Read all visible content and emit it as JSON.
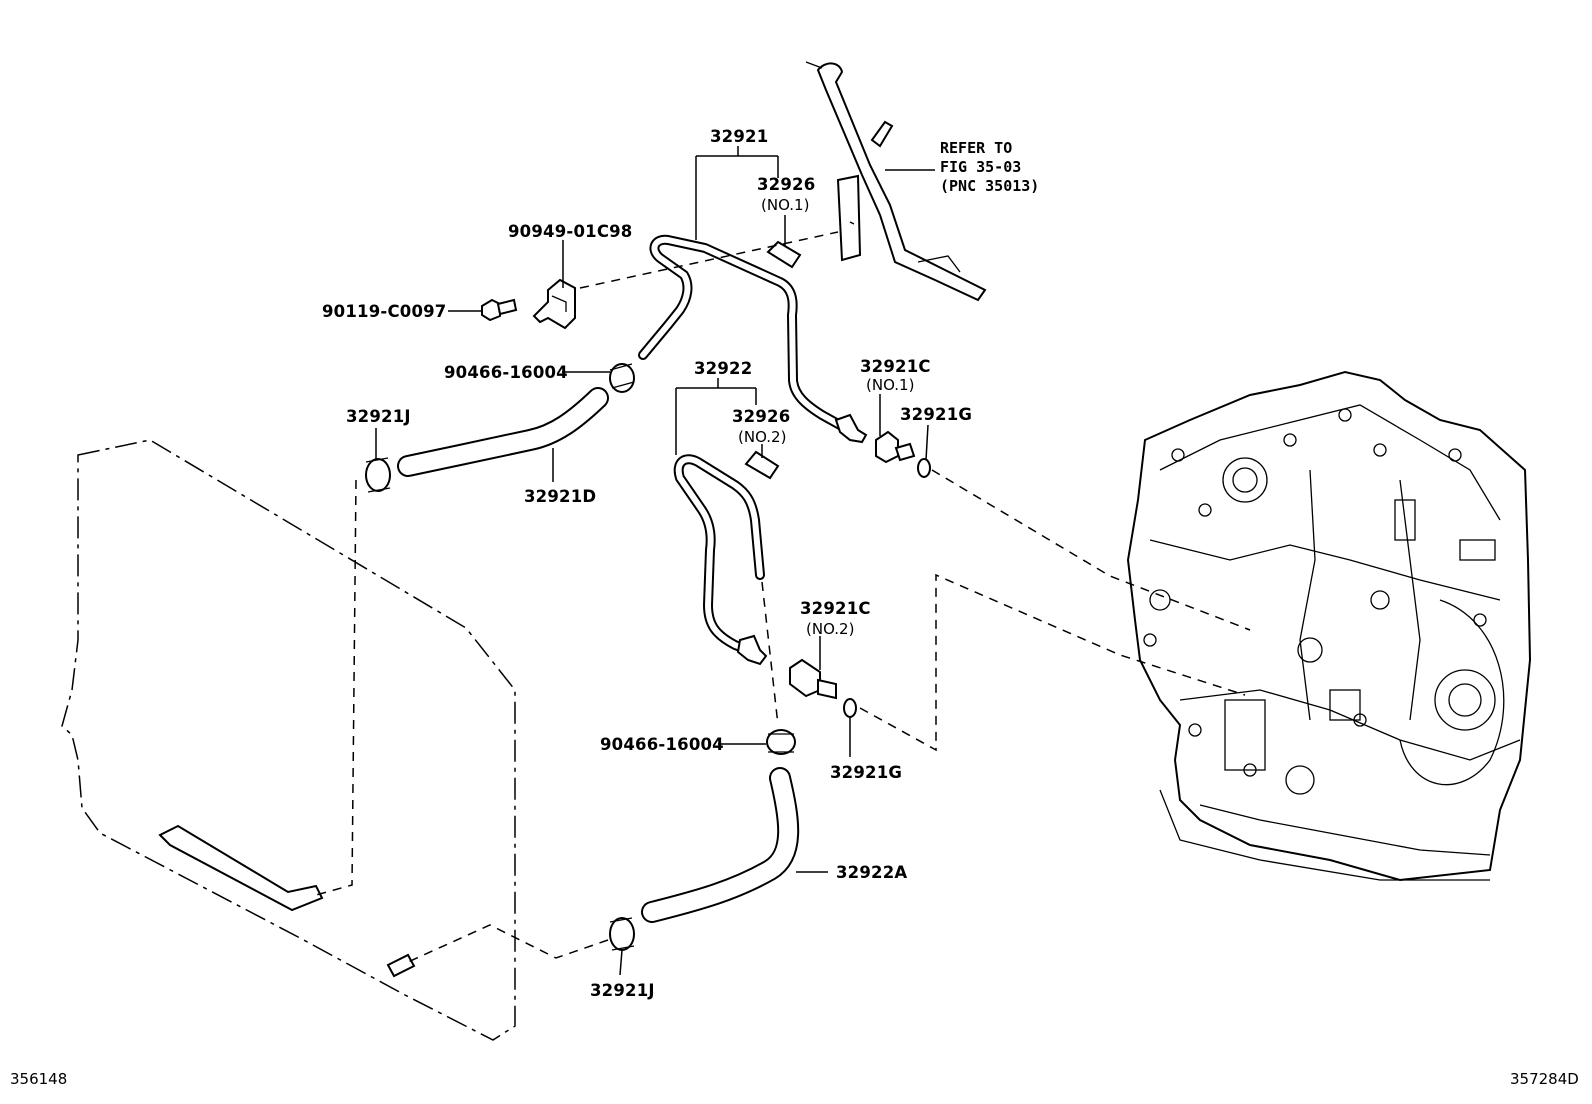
{
  "labels": {
    "p32921": "32921",
    "p32926_1": "32926",
    "no1_a": "(NO.1)",
    "p90949": "90949-01C98",
    "p90119": "90119-C0097",
    "p90466_a": "90466-16004",
    "p32921J_a": "32921J",
    "p32921D": "32921D",
    "p32922": "32922",
    "p32926_2": "32926",
    "no2_a": "(NO.2)",
    "p32921C_1": "32921C",
    "no1_b": "(NO.1)",
    "p32921G_a": "32921G",
    "p32921C_2": "32921C",
    "no2_b": "(NO.2)",
    "p90466_b": "90466-16004",
    "p32921G_b": "32921G",
    "p32922A": "32922A",
    "p32921J_b": "32921J"
  },
  "refer": {
    "line1": "REFER TO",
    "line2": "FIG 35-03",
    "line3": "(PNC 35013)"
  },
  "codes": {
    "left": "356148",
    "right": "357284D"
  }
}
